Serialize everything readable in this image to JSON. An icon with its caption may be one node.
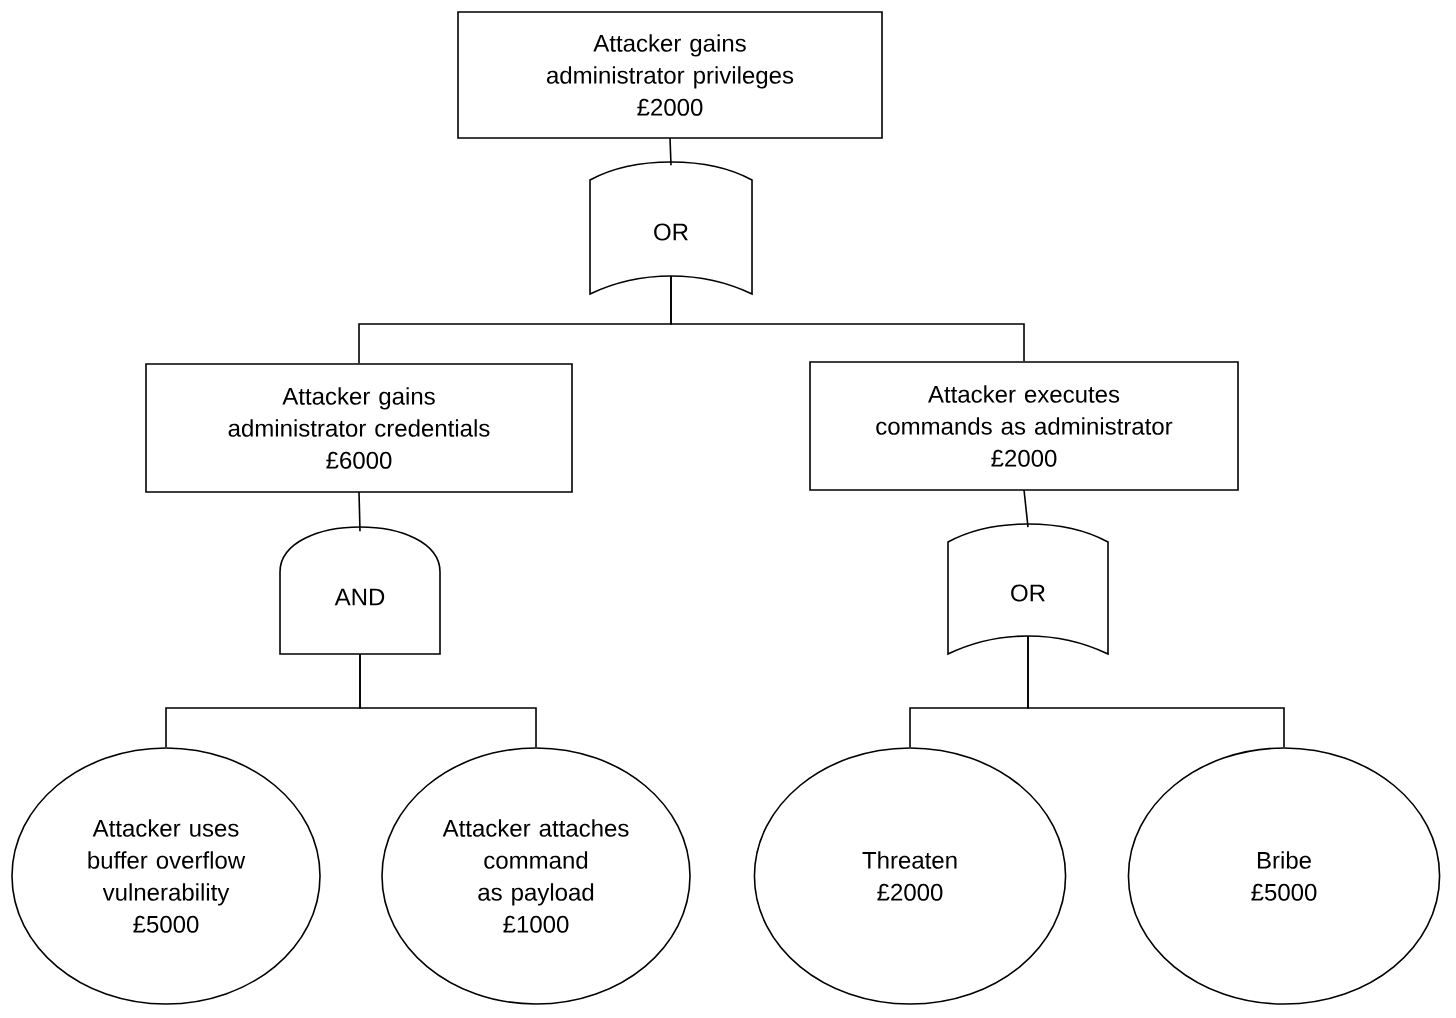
{
  "diagram": {
    "nodes": [
      {
        "text": [
          "Attacker gains administrator privileges",
          "£2000"
        ]
      },
      {
        "text": [
          "OR"
        ]
      },
      {
        "text": [
          "Attacker gains administrator credentials",
          "£6000"
        ]
      },
      {
        "text": [
          "Attacker executes commands as administrator",
          "£2000"
        ]
      },
      {
        "text": [
          "AND"
        ]
      },
      {
        "text": [
          "OR"
        ]
      },
      {
        "text": [
          "Attacker uses buffer overflow vulnerability",
          "£5000"
        ]
      },
      {
        "text": [
          "Attacker attaches command as payload",
          "£1000"
        ]
      },
      {
        "text": [
          "Threaten",
          "£2000"
        ]
      },
      {
        "text": [
          "Bribe",
          "£5000"
        ]
      }
    ],
    "edges": [
      {
        "from": 0,
        "to": 1,
        "arrow": "none"
      },
      {
        "from": 1,
        "to": 2,
        "arrow": "none"
      },
      {
        "from": 1,
        "to": 3,
        "arrow": "none"
      },
      {
        "from": 2,
        "to": 4,
        "arrow": "none"
      },
      {
        "from": 4,
        "to": 6,
        "arrow": "none"
      },
      {
        "from": 4,
        "to": 7,
        "arrow": "none"
      },
      {
        "from": 3,
        "to": 5,
        "arrow": "none"
      },
      {
        "from": 5,
        "to": 8,
        "arrow": "none"
      },
      {
        "from": 5,
        "to": 9,
        "arrow": "none"
      }
    ]
  }
}
